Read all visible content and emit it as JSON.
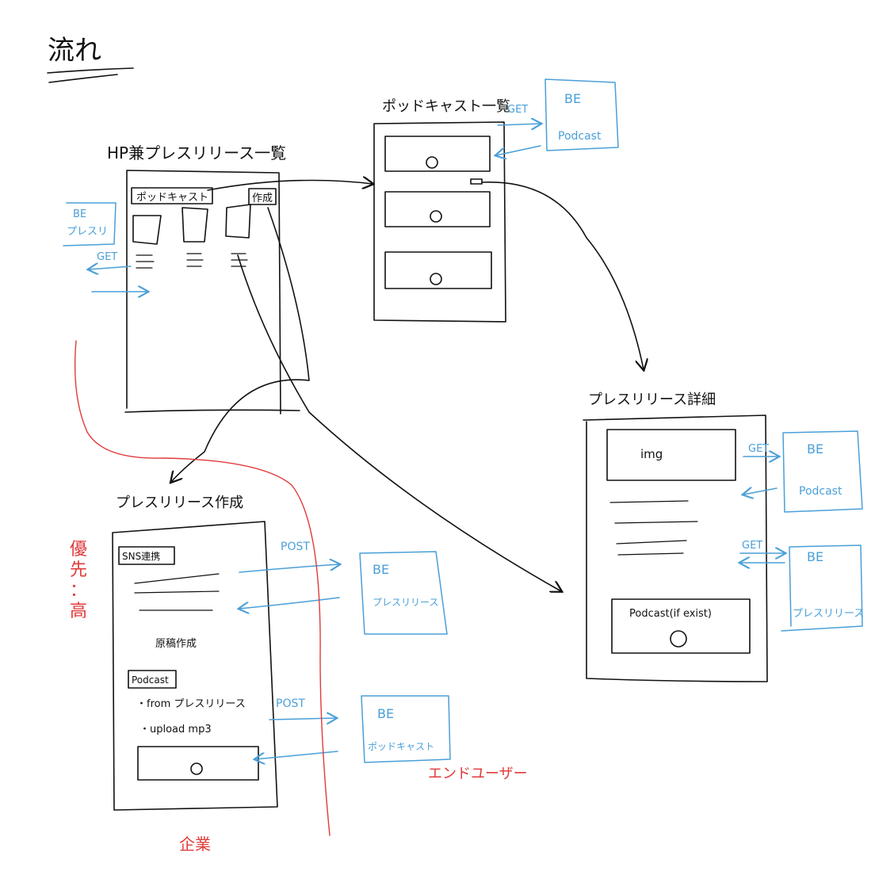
{
  "title": "流れ",
  "screens": {
    "hp": {
      "title": "HP兼プレスリリース一覧",
      "podcast_tab": "ポッドキャスト",
      "create_btn": "作成"
    },
    "podcast_list": {
      "title": "ポッドキャスト一覧"
    },
    "press_detail": {
      "title": "プレスリリース詳細",
      "img": "img",
      "podcast_label": "Podcast(if exist)"
    },
    "press_create": {
      "title": "プレスリリース作成",
      "section1": "SNS連携",
      "draft_btn": "原稿作成",
      "section2": "Podcast",
      "bullet1": "・from プレスリリース",
      "bullet2": "・upload mp3"
    }
  },
  "backends": {
    "be_hp": {
      "line1": "BE",
      "line2": "プレスリ"
    },
    "be_podcast_top": {
      "line1": "BE",
      "line2": "Podcast"
    },
    "be_podcast_detail": {
      "line1": "BE",
      "line2": "Podcast"
    },
    "be_press_detail": {
      "line1": "BE",
      "line2": "プレスリリース"
    },
    "be_press_create": {
      "line1": "BE",
      "line2": "プレスリリース"
    },
    "be_podcast_create": {
      "line1": "BE",
      "line2": "ポッドキャスト"
    }
  },
  "methods": {
    "get_hp": "GET",
    "get_podcast_top": "GET",
    "get_detail_1": "GET",
    "get_detail_2": "GET",
    "post_1": "POST",
    "post_2": "POST"
  },
  "labels": {
    "priority": "優先：高",
    "end_user": "エンドユーザー",
    "company": "企業"
  },
  "colors": {
    "ink": "#111111",
    "backend": "#4a9fd8",
    "annotation": "#e03a3a"
  }
}
